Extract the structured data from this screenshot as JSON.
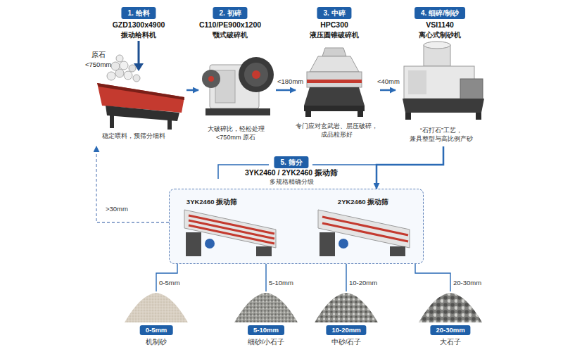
{
  "diagram": {
    "nodes": [
      {
        "text": [
          "1. 给料",
          "GZD1300x4900",
          "振动给料机",
          "稳定喂料，预筛分细料"
        ]
      },
      {
        "text": [
          "2. 初碎",
          "C110/PE900x1200",
          "颚式破碎机",
          "大破碎比，轻松处理 <750mm 原石"
        ]
      },
      {
        "text": [
          "3. 中碎",
          "HPC300",
          "液压圆锥破碎机",
          "专门应对玄武岩、层压破碎， 成品粒形好"
        ]
      },
      {
        "text": [
          "4. 细碎/制砂",
          "VSI1140",
          "离心式制砂机",
          "“石打石”工艺， 兼具整型与高比例产砂"
        ]
      },
      {
        "text": [
          "5. 筛分",
          "3YK2460 / 2YK2460 振动筛",
          "多规格精确分级"
        ]
      },
      {
        "text": [
          "3YK2460 振动筛"
        ],
        "in": 4
      },
      {
        "text": [
          "2YK2460 振动筛"
        ],
        "in": 4
      },
      {
        "text": [
          "0-5mm",
          "机制砂"
        ]
      },
      {
        "text": [
          "5-10mm",
          "细砂/小石子"
        ]
      },
      {
        "text": [
          "10-20mm",
          "中砂/石子"
        ]
      },
      {
        "text": [
          "20-30mm",
          "大石子"
        ]
      }
    ],
    "edges": [
      {
        "from": 0,
        "to": 1,
        "arrow": "to"
      },
      {
        "from": 1,
        "to": 2,
        "label": "<180mm",
        "arrow": "to"
      },
      {
        "from": 2,
        "to": 3,
        "label": "<40mm",
        "arrow": "to"
      },
      {
        "from": 3,
        "to": 4,
        "arrow": "to"
      },
      {
        "from": 4,
        "to": 7,
        "label": "0-5mm",
        "arrow": "none"
      },
      {
        "from": 4,
        "to": 8,
        "label": "5-10mm",
        "arrow": "none"
      },
      {
        "from": 4,
        "to": 9,
        "label": "10-20mm",
        "arrow": "none"
      },
      {
        "from": 4,
        "to": 10,
        "label": "20-30mm",
        "arrow": "none"
      },
      {
        "from": 4,
        "to": 0,
        "label": ">30mm",
        "arrow": "to"
      }
    ],
    "labels": [
      "原石",
      "<750mm"
    ]
  }
}
